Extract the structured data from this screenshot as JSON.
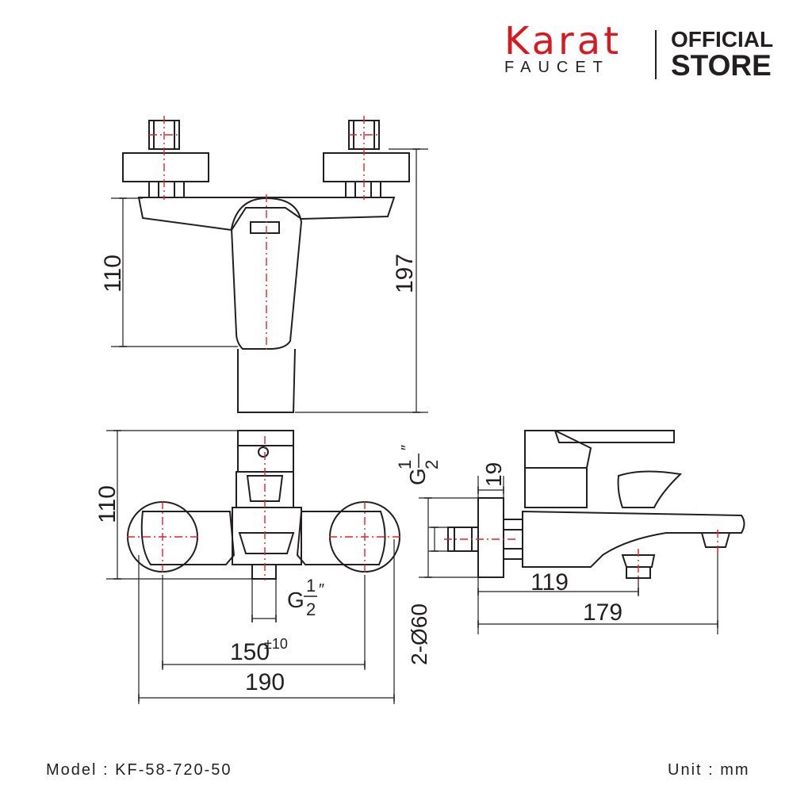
{
  "brand": {
    "logo_word": "Karat",
    "logo_sub": "FAUCET",
    "store_line1": "OFFICIAL",
    "store_line2": "STORE"
  },
  "footer": {
    "model": "Model : KF-58-720-50",
    "unit": "Unit : mm"
  },
  "dimensions": {
    "top_left_height": "110",
    "top_right_height": "197",
    "front_height": "110",
    "front_thread_g": "G",
    "front_thread_num": "1",
    "front_thread_den": "2",
    "front_thread_mark": "″",
    "front_centers": "150",
    "front_centers_tol": "±10",
    "front_width": "190",
    "side_thread_g": "G",
    "side_thread_num": "1",
    "side_thread_den": "2",
    "side_thread_mark": "″",
    "side_depth": "19",
    "side_diameter": "2-Ø60",
    "side_spout": "119",
    "side_total": "179"
  },
  "colors": {
    "line": "#231f20",
    "centerline": "#e0242b",
    "brand_red": "#d71920"
  }
}
